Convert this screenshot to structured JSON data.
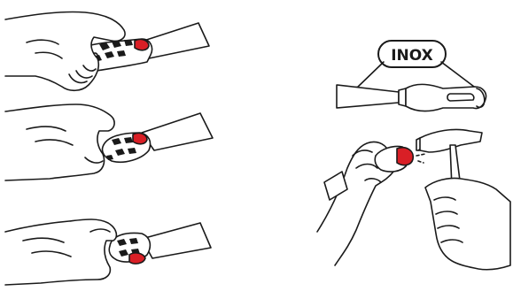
{
  "label": {
    "inox": "INOX"
  },
  "colors": {
    "ink": "#1a1a1a",
    "accent": "#d91f26",
    "paper": "#ffffff"
  },
  "figures": [
    {
      "name": "hand-grip-scraper-step-1"
    },
    {
      "name": "hand-grip-scraper-step-2"
    },
    {
      "name": "hand-grip-scraper-step-3"
    },
    {
      "name": "stainless-scraper-with-handle"
    },
    {
      "name": "hammer-striking-handle-end"
    }
  ]
}
